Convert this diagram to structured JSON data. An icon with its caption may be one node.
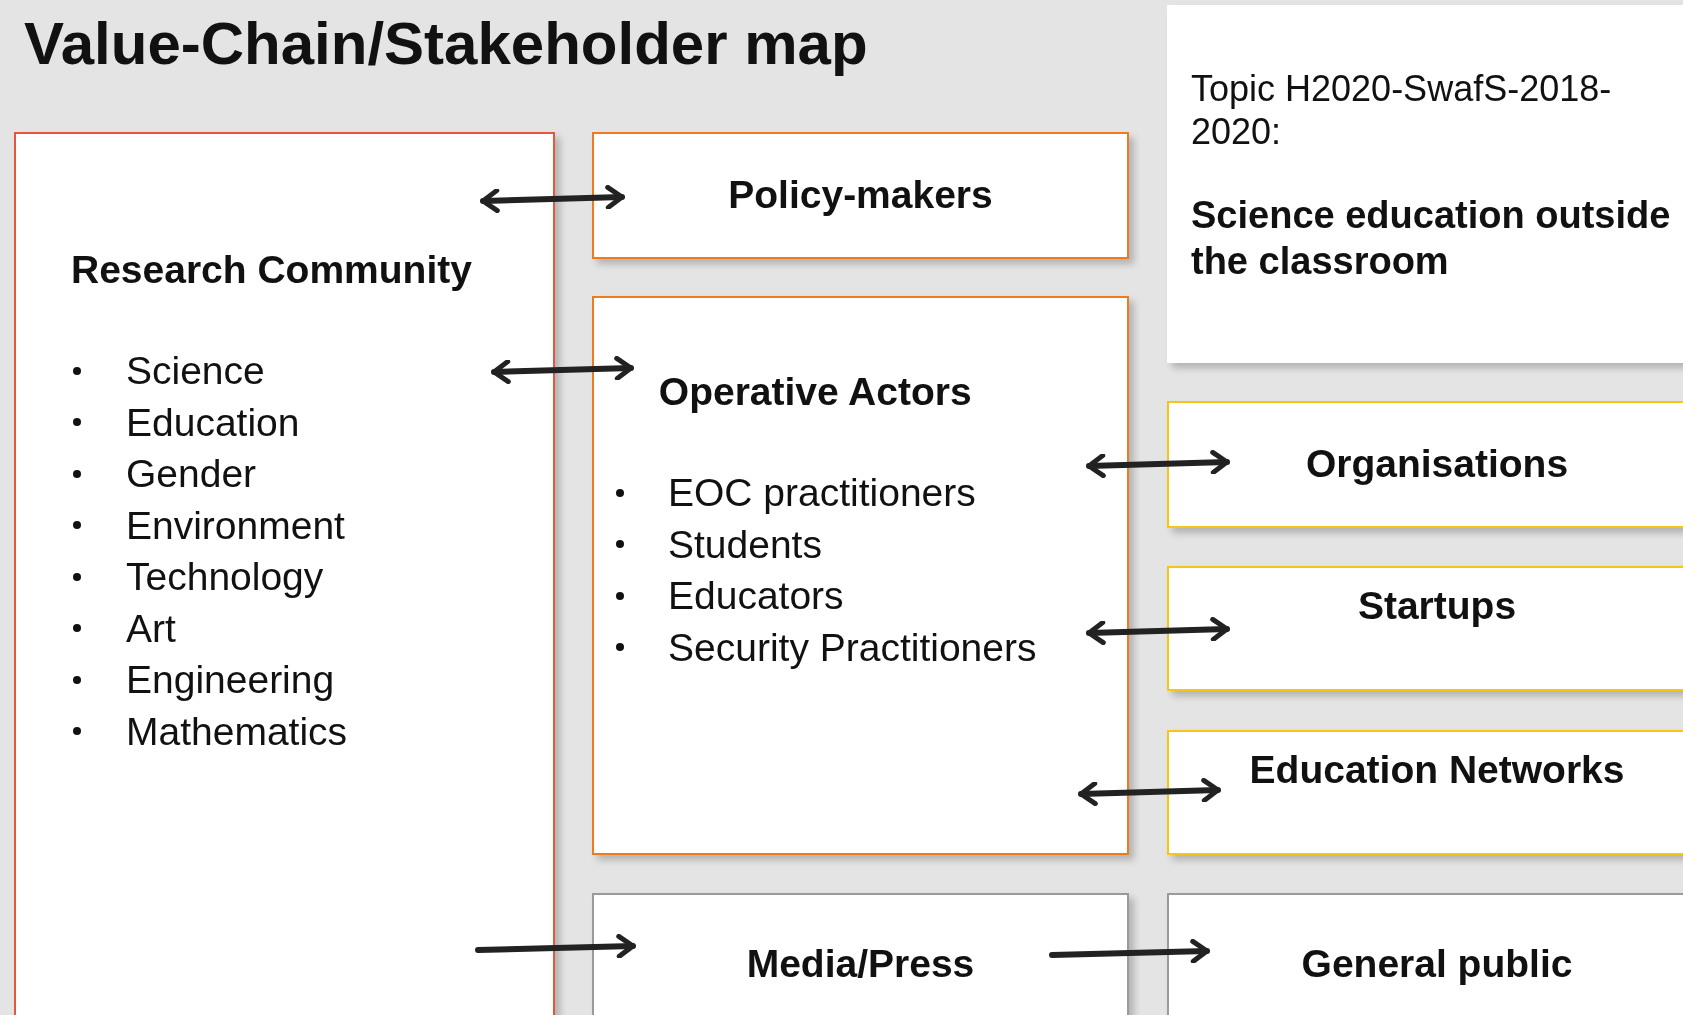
{
  "diagram": {
    "title": "Value-Chain/Stakeholder map",
    "nodes": [
      {
        "text": [
          "Research Community",
          "Science",
          "Education",
          "Gender",
          "Environment",
          "Technology",
          "Art",
          "Engineering",
          "Mathematics"
        ]
      },
      {
        "text": [
          "Policy-makers"
        ]
      },
      {
        "text": [
          "Operative Actors",
          "EOC practitioners",
          "Students",
          "Educators",
          "Security Practitioners"
        ]
      },
      {
        "text": [
          "Media/Press"
        ]
      },
      {
        "text": [
          "Topic H2020-SwafS-2018-2020:",
          "Science education outside the classroom"
        ]
      },
      {
        "text": [
          "Organisations"
        ]
      },
      {
        "text": [
          "Startups"
        ]
      },
      {
        "text": [
          "Education Networks"
        ]
      },
      {
        "text": [
          "General public"
        ]
      }
    ],
    "edges": [
      {
        "from": 0,
        "to": 1,
        "arrow": "both"
      },
      {
        "from": 0,
        "to": 2,
        "arrow": "both"
      },
      {
        "from": 2,
        "to": 5,
        "arrow": "both"
      },
      {
        "from": 2,
        "to": 6,
        "arrow": "both"
      },
      {
        "from": 2,
        "to": 7,
        "arrow": "both"
      },
      {
        "from": 0,
        "to": 3,
        "arrow": "to"
      },
      {
        "from": 3,
        "to": 8,
        "arrow": "to"
      }
    ]
  }
}
